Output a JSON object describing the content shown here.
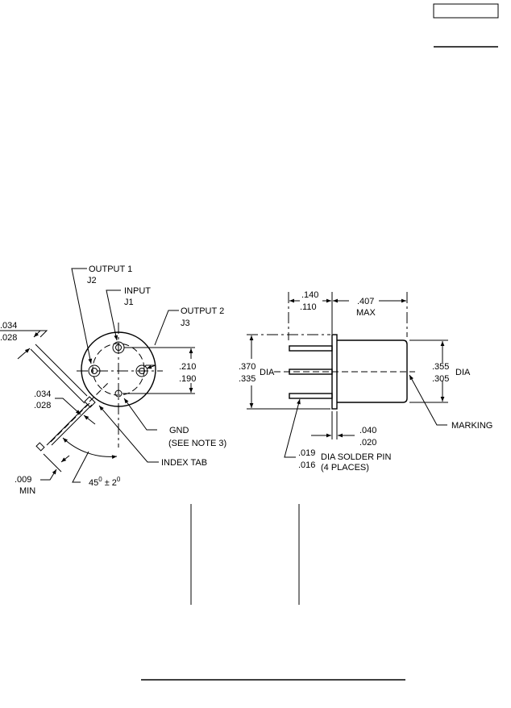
{
  "top_view": {
    "output1": "OUTPUT 1",
    "output1_ref": "J2",
    "input": "INPUT",
    "input_ref": "J1",
    "output2": "OUTPUT 2",
    "output2_ref": "J3",
    "gnd": "GND",
    "gnd_note": "(SEE NOTE 3)",
    "index_tab": "INDEX TAB",
    "dim_tab_width_max": ".034",
    "dim_tab_width_min": ".028",
    "dim_tab2_max": ".034",
    "dim_tab2_min": ".028",
    "dim_pin_spacing_max": ".210",
    "dim_pin_spacing_min": ".190",
    "dim_gap": ".009",
    "dim_gap_note": "MIN",
    "angle": "45",
    "angle_deg": "0",
    "angle_tol": "± 2",
    "angle_tol_deg": "0"
  },
  "side_view": {
    "dim_pin_len_max": ".140",
    "dim_pin_len_min": ".110",
    "dim_body_len": ".407",
    "dim_body_len_note": "MAX",
    "dim_flange_dia_max": ".370",
    "dim_flange_dia_min": ".335",
    "dim_flange_dia_label": "DIA",
    "dim_body_dia_max": ".355",
    "dim_body_dia_min": ".305",
    "dim_body_dia_label": "DIA",
    "marking": "MARKING",
    "dim_flange_thk_max": ".040",
    "dim_flange_thk_min": ".020",
    "dim_pin_dia_max": ".019",
    "dim_pin_dia_min": ".016",
    "pin_label": "DIA SOLDER PIN",
    "pin_count": "(4 PLACES)"
  }
}
